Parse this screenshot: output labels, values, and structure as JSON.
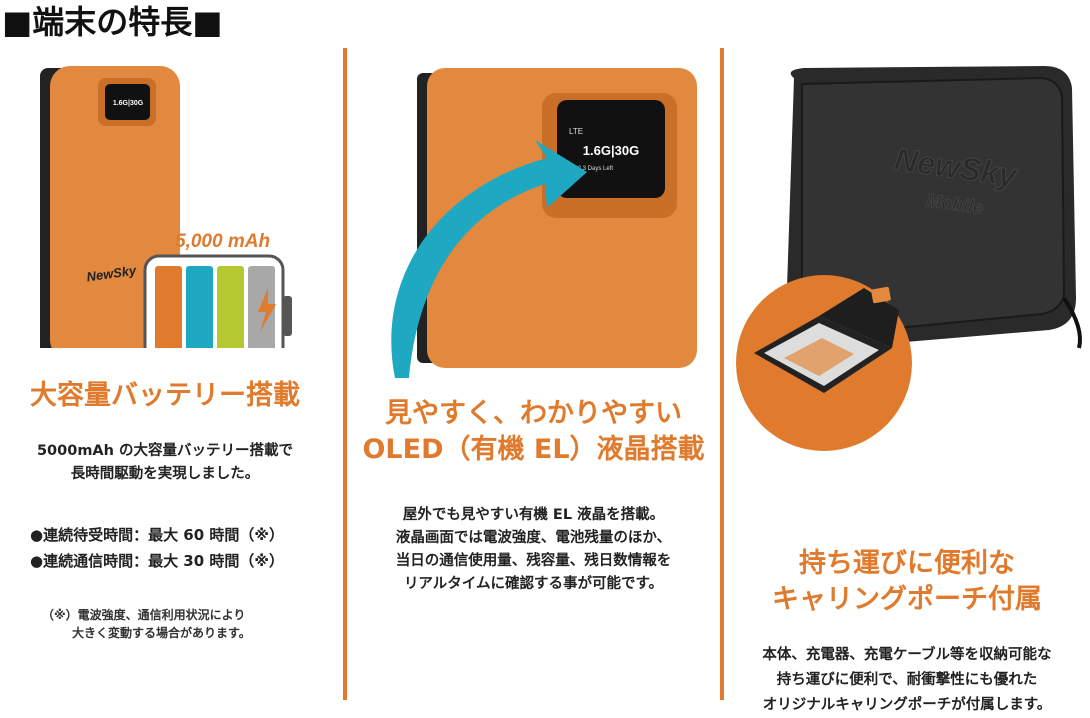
{
  "title": "■端末の特長■",
  "col1": {
    "capacity_label": "5,000 mAh",
    "brand": "NewSky",
    "screen_line": "1.6G|30G",
    "heading": "大容量バッテリー搭載",
    "desc_lines": [
      "5000mAh の大容量バッテリー搭載で",
      "長時間駆動を実現しました。"
    ],
    "specs": [
      "●連続待受時間：最大 60 時間（※）",
      "●連続通信時間：最大 30 時間（※）"
    ],
    "note_lines": [
      "（※）電波強度、通信利用状況により",
      "大きく変動する場合があります。"
    ]
  },
  "col2": {
    "screen": {
      "signal": "LTE",
      "data": "1.6G|30G",
      "days": "192.3 Days Left"
    },
    "heading_lines": [
      "見やすく、わかりやすい",
      "OLED（有機 EL）液晶搭載"
    ],
    "desc_lines": [
      "屋外でも見やすい有機 EL 液晶を搭載。",
      "液晶画面では電波強度、電池残量のほか、",
      "当日の通信使用量、残容量、残日数情報を",
      "リアルタイムに確認する事が可能です。"
    ]
  },
  "col3": {
    "case_text": [
      "NewSky",
      "Mobile"
    ],
    "heading_lines": [
      "持ち運びに便利な",
      "キャリングポーチ付属"
    ],
    "desc_lines": [
      "本体、充電器、充電ケーブル等を収納可能な",
      "持ち運びに便利で、耐衝撃性にも優れた",
      "オリジナルキャリングポーチが付属します。"
    ]
  },
  "colors": {
    "accent": "#e07b2e",
    "device_orange": "#e3893f",
    "arrow": "#1fa8c2",
    "battery_cells": [
      "#e07b2e",
      "#1fa8c2",
      "#b5c832",
      "#a8a8a8"
    ]
  }
}
